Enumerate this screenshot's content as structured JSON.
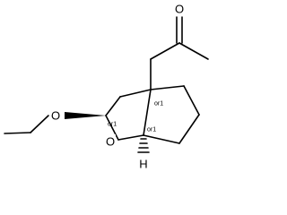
{
  "molecule": {
    "atoms": {
      "carbonyl_oxygen": "O",
      "ether_oxygen": "O",
      "ring_oxygen": "O",
      "bridgehead_hydrogen": "H"
    },
    "stereo_labels": {
      "quaternary_carbon": "or1",
      "acetal_carbon": "or1",
      "bridgehead_carbon": "or1"
    }
  },
  "colors": {
    "bond": "#000000",
    "background": "#ffffff"
  }
}
